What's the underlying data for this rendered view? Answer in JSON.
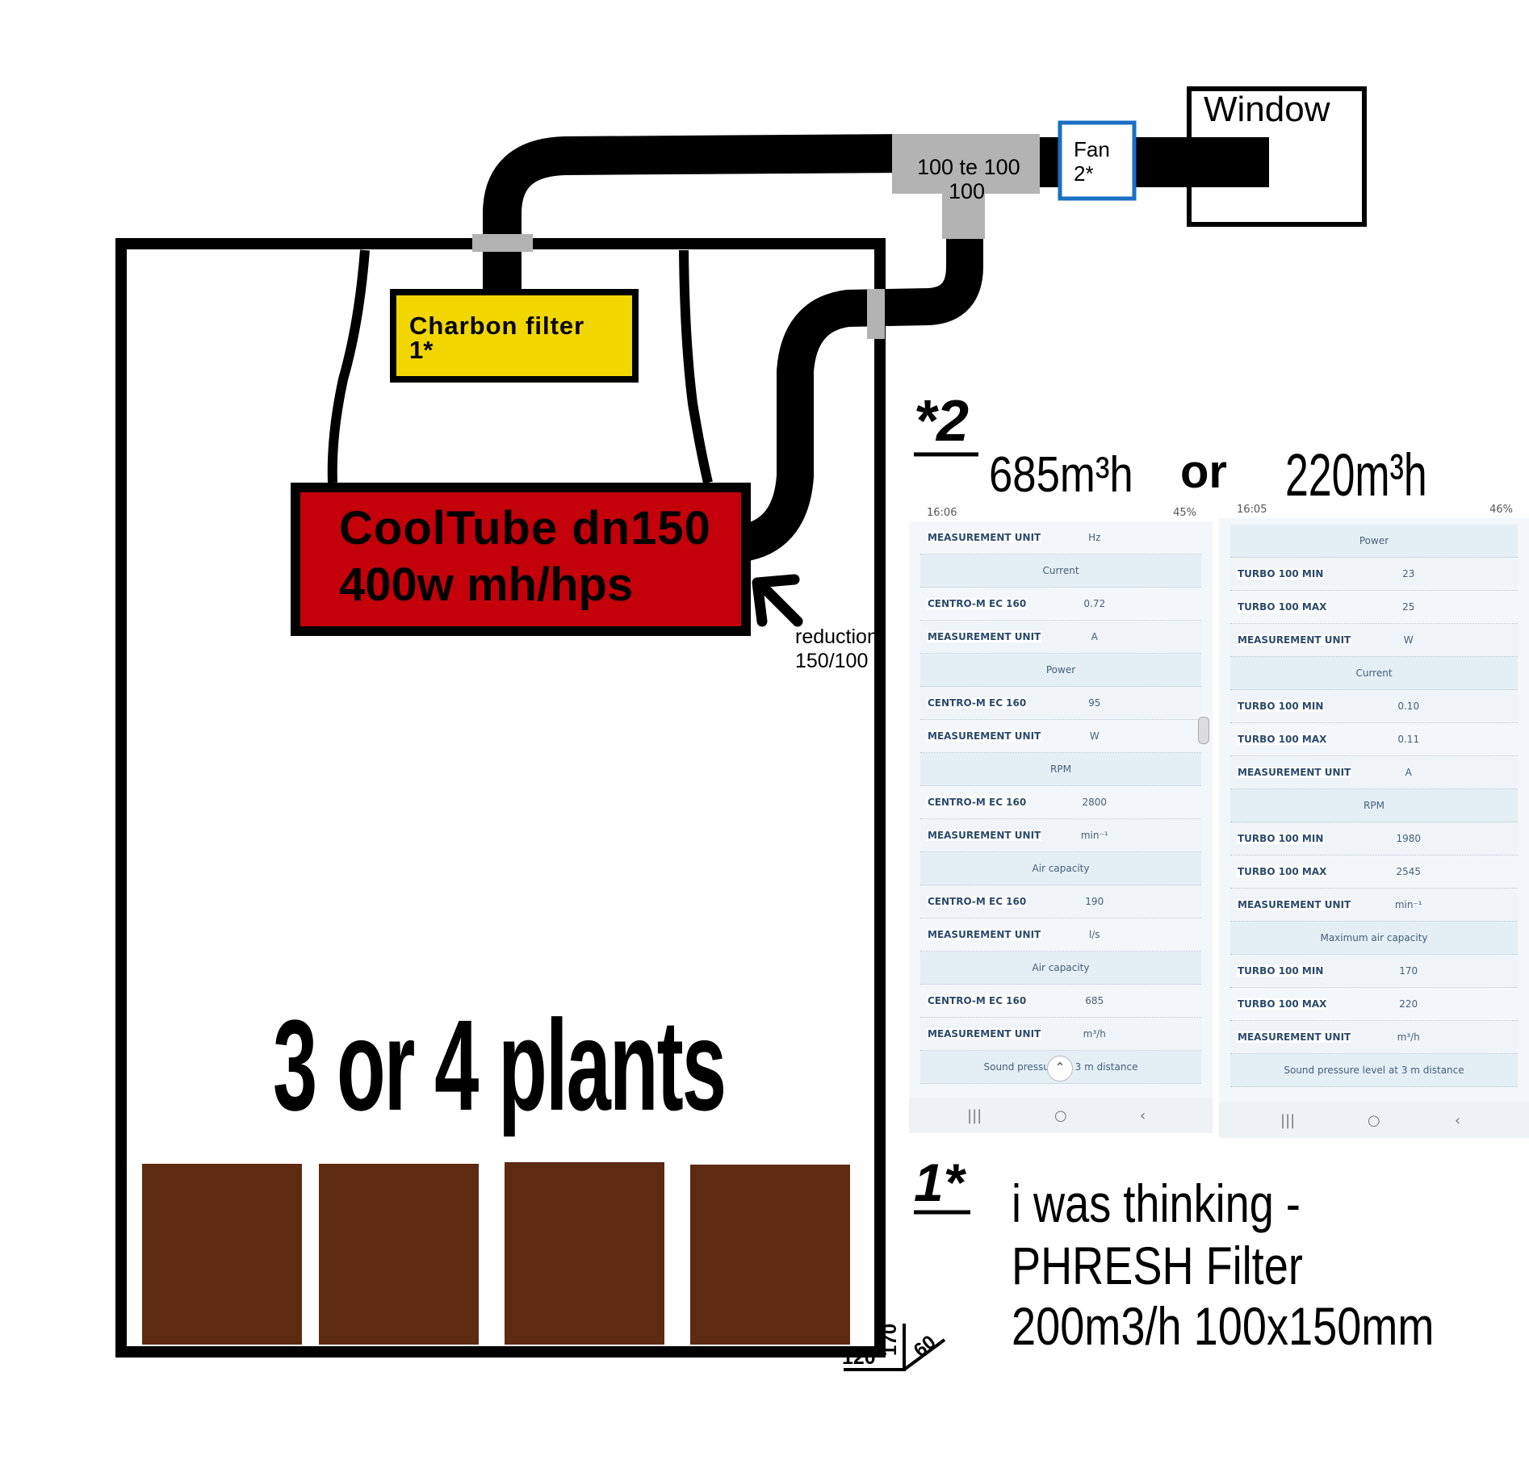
{
  "diagram": {
    "window_label": "Window",
    "fan_label": [
      "Fan",
      "2*"
    ],
    "tee_label": [
      "100 te 100",
      "100"
    ],
    "charbon_label": [
      "Charbon filter",
      "1*"
    ],
    "cooltube_label": [
      "CoolTube dn150",
      "400w mh/hps"
    ],
    "reduction_label": [
      "reduction",
      "150/100"
    ],
    "plants_label": "3 or 4 plants",
    "dimensions": {
      "width": "120",
      "height": "170",
      "depth": "60"
    },
    "note2_mark": "*2",
    "note2_values": {
      "a": "685m³h",
      "or": "or",
      "b": "220m³h"
    },
    "note1_mark": "1*",
    "note1_text": [
      "i was thinking -",
      "PHRESH Filter",
      "200m3/h 100x150mm"
    ],
    "colors": {
      "charbon": "#f2d600",
      "cooltube": "#c4000a",
      "pot": "#5e2a12",
      "tee": "#b3b3b3",
      "fan_border": "#1a6fc4"
    }
  },
  "phone_left": {
    "time": "16:06",
    "battery": "45%",
    "rows": [
      {
        "type": "pair",
        "name": "MEASUREMENT UNIT",
        "value": "Hz"
      },
      {
        "type": "header",
        "label": "Current"
      },
      {
        "type": "pair",
        "name": "CENTRO-M EC 160",
        "value": "0.72"
      },
      {
        "type": "pair",
        "name": "MEASUREMENT UNIT",
        "value": "A"
      },
      {
        "type": "header",
        "label": "Power"
      },
      {
        "type": "pair",
        "name": "CENTRO-M EC 160",
        "value": "95"
      },
      {
        "type": "pair",
        "name": "MEASUREMENT UNIT",
        "value": "W"
      },
      {
        "type": "header",
        "label": "RPM"
      },
      {
        "type": "pair",
        "name": "CENTRO-M EC 160",
        "value": "2800"
      },
      {
        "type": "pair",
        "name": "MEASUREMENT UNIT",
        "value": "min⁻¹"
      },
      {
        "type": "header",
        "label": "Air capacity"
      },
      {
        "type": "pair",
        "name": "CENTRO-M EC 160",
        "value": "190"
      },
      {
        "type": "pair",
        "name": "MEASUREMENT UNIT",
        "value": "l/s"
      },
      {
        "type": "header",
        "label": "Air capacity"
      },
      {
        "type": "pair",
        "name": "CENTRO-M EC 160",
        "value": "685"
      },
      {
        "type": "pair",
        "name": "MEASUREMENT UNIT",
        "value": "m³/h"
      },
      {
        "type": "header",
        "label": "Sound pressure       at 3 m distance"
      }
    ]
  },
  "phone_right": {
    "time": "16:05",
    "battery": "46%",
    "rows": [
      {
        "type": "header",
        "label": "Power"
      },
      {
        "type": "pair",
        "name": "TURBO 100 MIN",
        "value": "23"
      },
      {
        "type": "pair",
        "name": "TURBO 100 MAX",
        "value": "25"
      },
      {
        "type": "pair",
        "name": "MEASUREMENT UNIT",
        "value": "W"
      },
      {
        "type": "header",
        "label": "Current"
      },
      {
        "type": "pair",
        "name": "TURBO 100 MIN",
        "value": "0.10"
      },
      {
        "type": "pair",
        "name": "TURBO 100 MAX",
        "value": "0.11"
      },
      {
        "type": "pair",
        "name": "MEASUREMENT UNIT",
        "value": "A"
      },
      {
        "type": "header",
        "label": "RPM"
      },
      {
        "type": "pair",
        "name": "TURBO 100 MIN",
        "value": "1980"
      },
      {
        "type": "pair",
        "name": "TURBO 100 MAX",
        "value": "2545"
      },
      {
        "type": "pair",
        "name": "MEASUREMENT UNIT",
        "value": "min⁻¹"
      },
      {
        "type": "header",
        "label": "Maximum air capacity"
      },
      {
        "type": "pair",
        "name": "TURBO 100 MIN",
        "value": "170"
      },
      {
        "type": "pair",
        "name": "TURBO 100 MAX",
        "value": "220"
      },
      {
        "type": "pair",
        "name": "MEASUREMENT UNIT",
        "value": "m³/h"
      },
      {
        "type": "header",
        "label": "Sound pressure level at 3 m distance"
      }
    ]
  },
  "phone_nav": {
    "recent": "|||",
    "home": "○",
    "back": "‹"
  }
}
